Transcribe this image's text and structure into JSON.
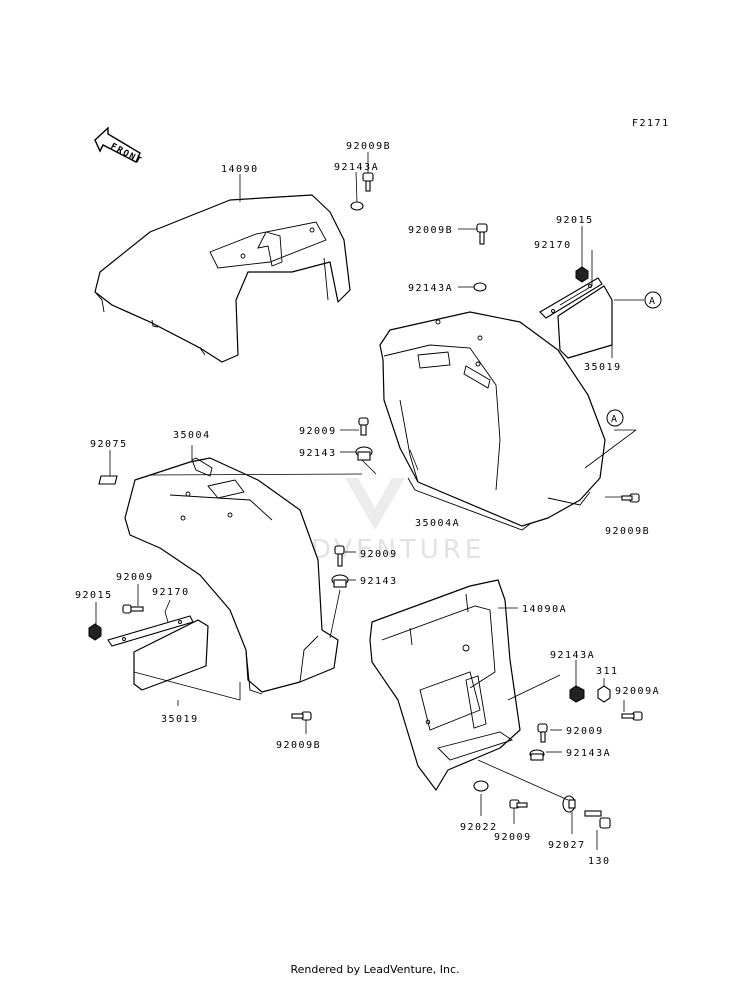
{
  "figure_code": "F2171",
  "front_label": "FRONT",
  "callout_letter": "A",
  "watermark": "LEADVENTURE",
  "footer": "Rendered by LeadVenture, Inc.",
  "labels": {
    "p14090": "14090",
    "p92143A_top": "92143A",
    "p92009B_top": "92009B",
    "p92015_right": "92015",
    "p92170_right": "92170",
    "p92009B_mid": "92009B",
    "p92143A_mid": "92143A",
    "p35019_right": "35019",
    "p92009_mid": "92009",
    "p92143_mid": "92143",
    "p35004A": "35004A",
    "p92009B_right": "92009B",
    "p92075": "92075",
    "p35004": "35004",
    "p92009_center": "92009",
    "p92143_center": "92143",
    "p92009_left": "92009",
    "p92015_left": "92015",
    "p92170_left": "92170",
    "p35019_left": "35019",
    "p92009B_left": "92009B",
    "p14090A": "14090A",
    "p92143A_low": "92143A",
    "p311": "311",
    "p92009A": "92009A",
    "p92009_low": "92009",
    "p92143A_bottom": "92143A",
    "p92022": "92022",
    "p92009_bottom": "92009",
    "p92027": "92027",
    "p130": "130"
  }
}
